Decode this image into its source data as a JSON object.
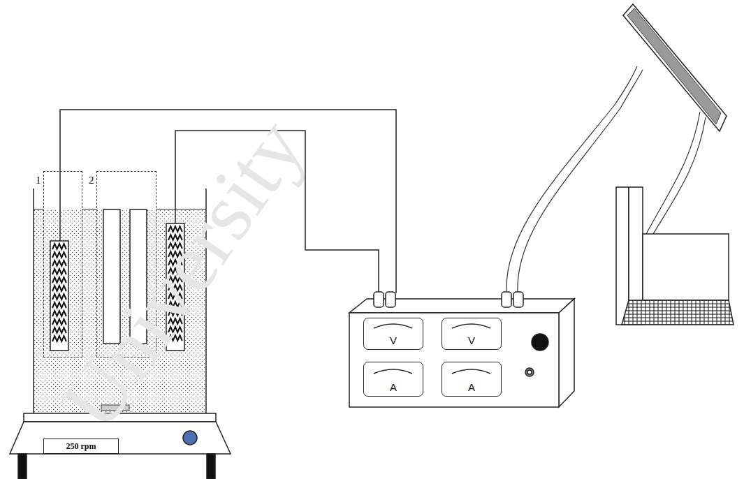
{
  "diagram": {
    "nodes": [
      {
        "text": [
          "1"
        ]
      },
      {
        "text": [
          "2"
        ]
      },
      {
        "text": [
          "250 rpm"
        ]
      },
      {
        "text": [
          "V"
        ]
      },
      {
        "text": [
          "V"
        ]
      },
      {
        "text": [
          "A"
        ]
      },
      {
        "text": [
          "A"
        ]
      }
    ],
    "labels": [
      "University"
    ]
  }
}
